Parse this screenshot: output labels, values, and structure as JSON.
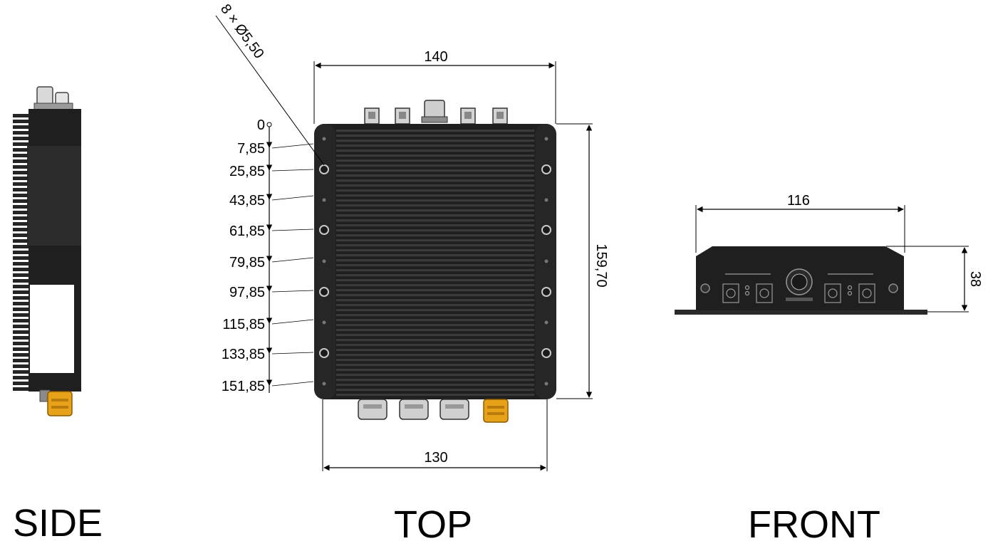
{
  "views": {
    "side_label": "SIDE",
    "top_label": "TOP",
    "front_label": "FRONT"
  },
  "top_view": {
    "width_dim": "140",
    "bottom_dim": "130",
    "height_dim": "159,70",
    "hole_callout": "8 × Ø5,50",
    "hole_offsets": [
      "0",
      "7,85",
      "25,85",
      "43,85",
      "61,85",
      "79,85",
      "97,85",
      "115,85",
      "133,85",
      "151,85"
    ]
  },
  "front_view": {
    "width_dim": "116",
    "height_dim": "38"
  },
  "colors": {
    "housing": "#1f1f1f",
    "fins": "#3a3a3a",
    "connector_accent": "#e8a21a",
    "line": "#000000"
  }
}
